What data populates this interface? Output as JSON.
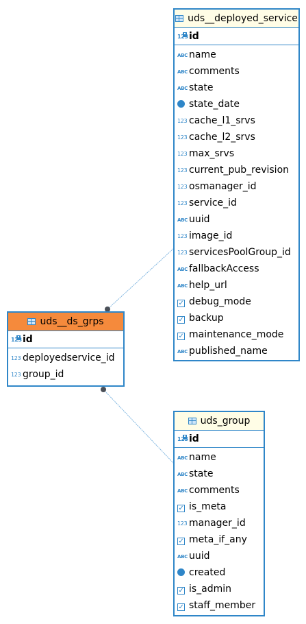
{
  "entities": {
    "deployed_service": {
      "title": "uds__deployed_service",
      "pk": "id",
      "columns": [
        {
          "name": "name",
          "type": "ABC"
        },
        {
          "name": "comments",
          "type": "ABC"
        },
        {
          "name": "state",
          "type": "ABC"
        },
        {
          "name": "state_date",
          "type": "clock"
        },
        {
          "name": "cache_l1_srvs",
          "type": "123"
        },
        {
          "name": "cache_l2_srvs",
          "type": "123"
        },
        {
          "name": "max_srvs",
          "type": "123"
        },
        {
          "name": "current_pub_revision",
          "type": "123"
        },
        {
          "name": "osmanager_id",
          "type": "123"
        },
        {
          "name": "service_id",
          "type": "123"
        },
        {
          "name": "uuid",
          "type": "ABC"
        },
        {
          "name": "image_id",
          "type": "123"
        },
        {
          "name": "servicesPoolGroup_id",
          "type": "123"
        },
        {
          "name": "fallbackAccess",
          "type": "ABC"
        },
        {
          "name": "help_url",
          "type": "ABC"
        },
        {
          "name": "debug_mode",
          "type": "check"
        },
        {
          "name": "backup",
          "type": "check"
        },
        {
          "name": "maintenance_mode",
          "type": "check"
        },
        {
          "name": "published_name",
          "type": "ABC"
        }
      ]
    },
    "ds_grps": {
      "title": "uds__ds_grps",
      "pk": "id",
      "columns": [
        {
          "name": "deployedservice_id",
          "type": "123"
        },
        {
          "name": "group_id",
          "type": "123"
        }
      ]
    },
    "group": {
      "title": "uds_group",
      "pk": "id",
      "columns": [
        {
          "name": "name",
          "type": "ABC"
        },
        {
          "name": "state",
          "type": "ABC"
        },
        {
          "name": "comments",
          "type": "ABC"
        },
        {
          "name": "is_meta",
          "type": "check"
        },
        {
          "name": "manager_id",
          "type": "123"
        },
        {
          "name": "meta_if_any",
          "type": "check"
        },
        {
          "name": "uuid",
          "type": "ABC"
        },
        {
          "name": "created",
          "type": "clock"
        },
        {
          "name": "is_admin",
          "type": "check"
        },
        {
          "name": "staff_member",
          "type": "check"
        }
      ]
    }
  },
  "colors": {
    "border": "#2f86c8",
    "header": "#fffde6",
    "selected_header": "#f58a3c",
    "connector": "#7fb5e0",
    "connector_end": "#4a4f57"
  },
  "icons": {
    "ABC": "ABC",
    "123": "123",
    "key": "123"
  }
}
